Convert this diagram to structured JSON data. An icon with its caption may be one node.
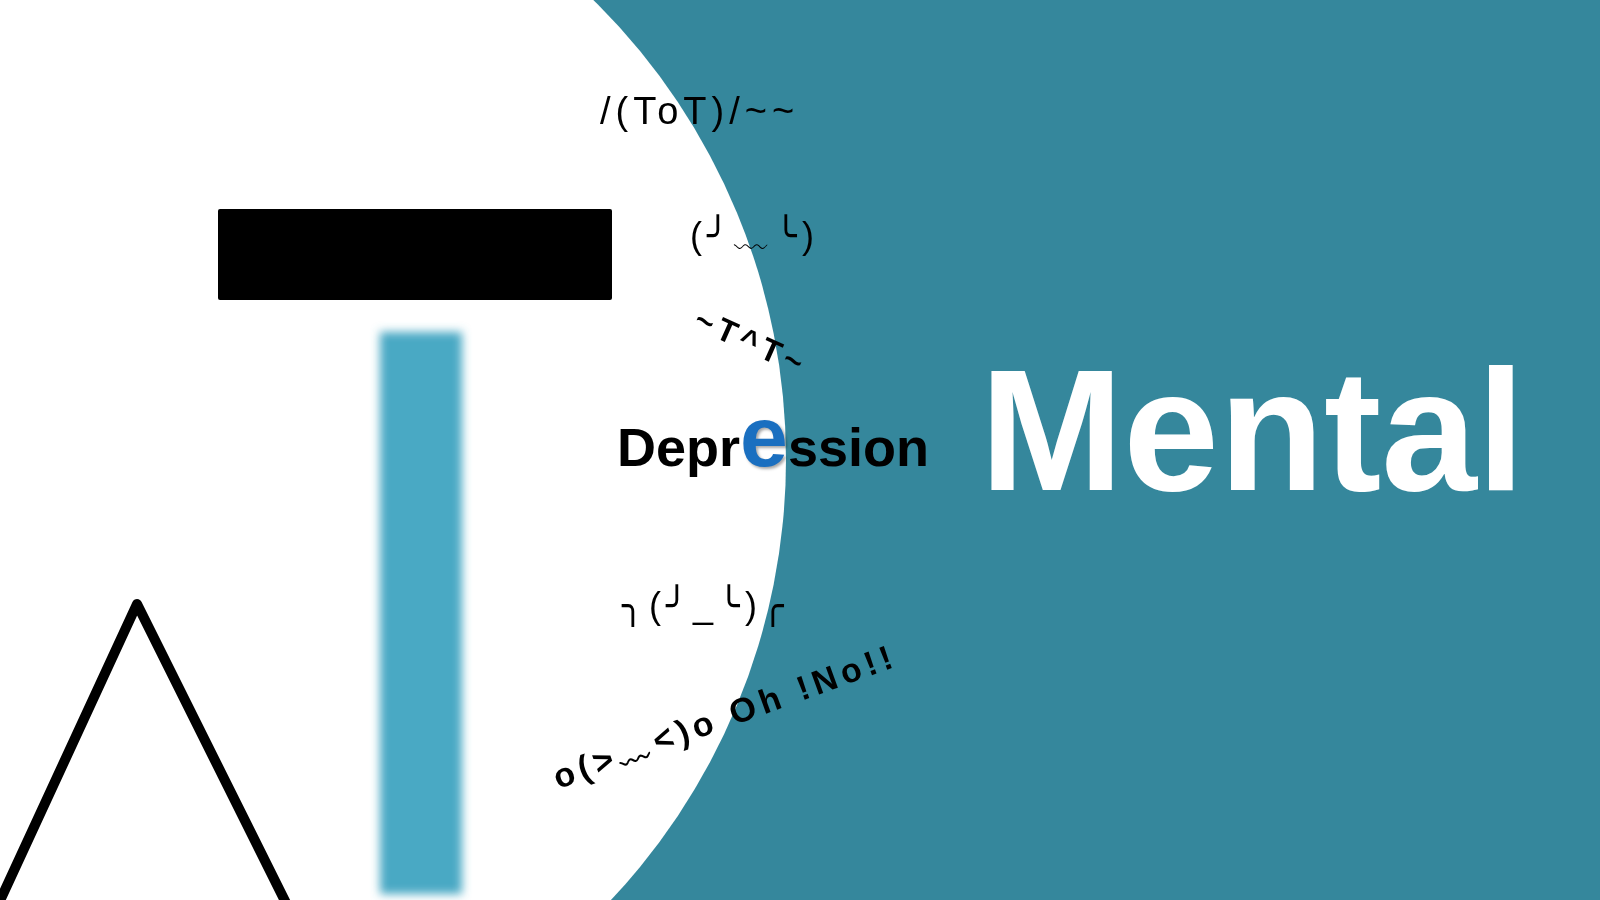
{
  "diagram": {
    "labels": [
      "/(ToT)/~~",
      "(╯﹏╰)",
      "~T^T~",
      "Depression",
      "Mental",
      "╮(╯_╰)╭",
      "o(>﹏<)o Oh !No!!"
    ]
  }
}
